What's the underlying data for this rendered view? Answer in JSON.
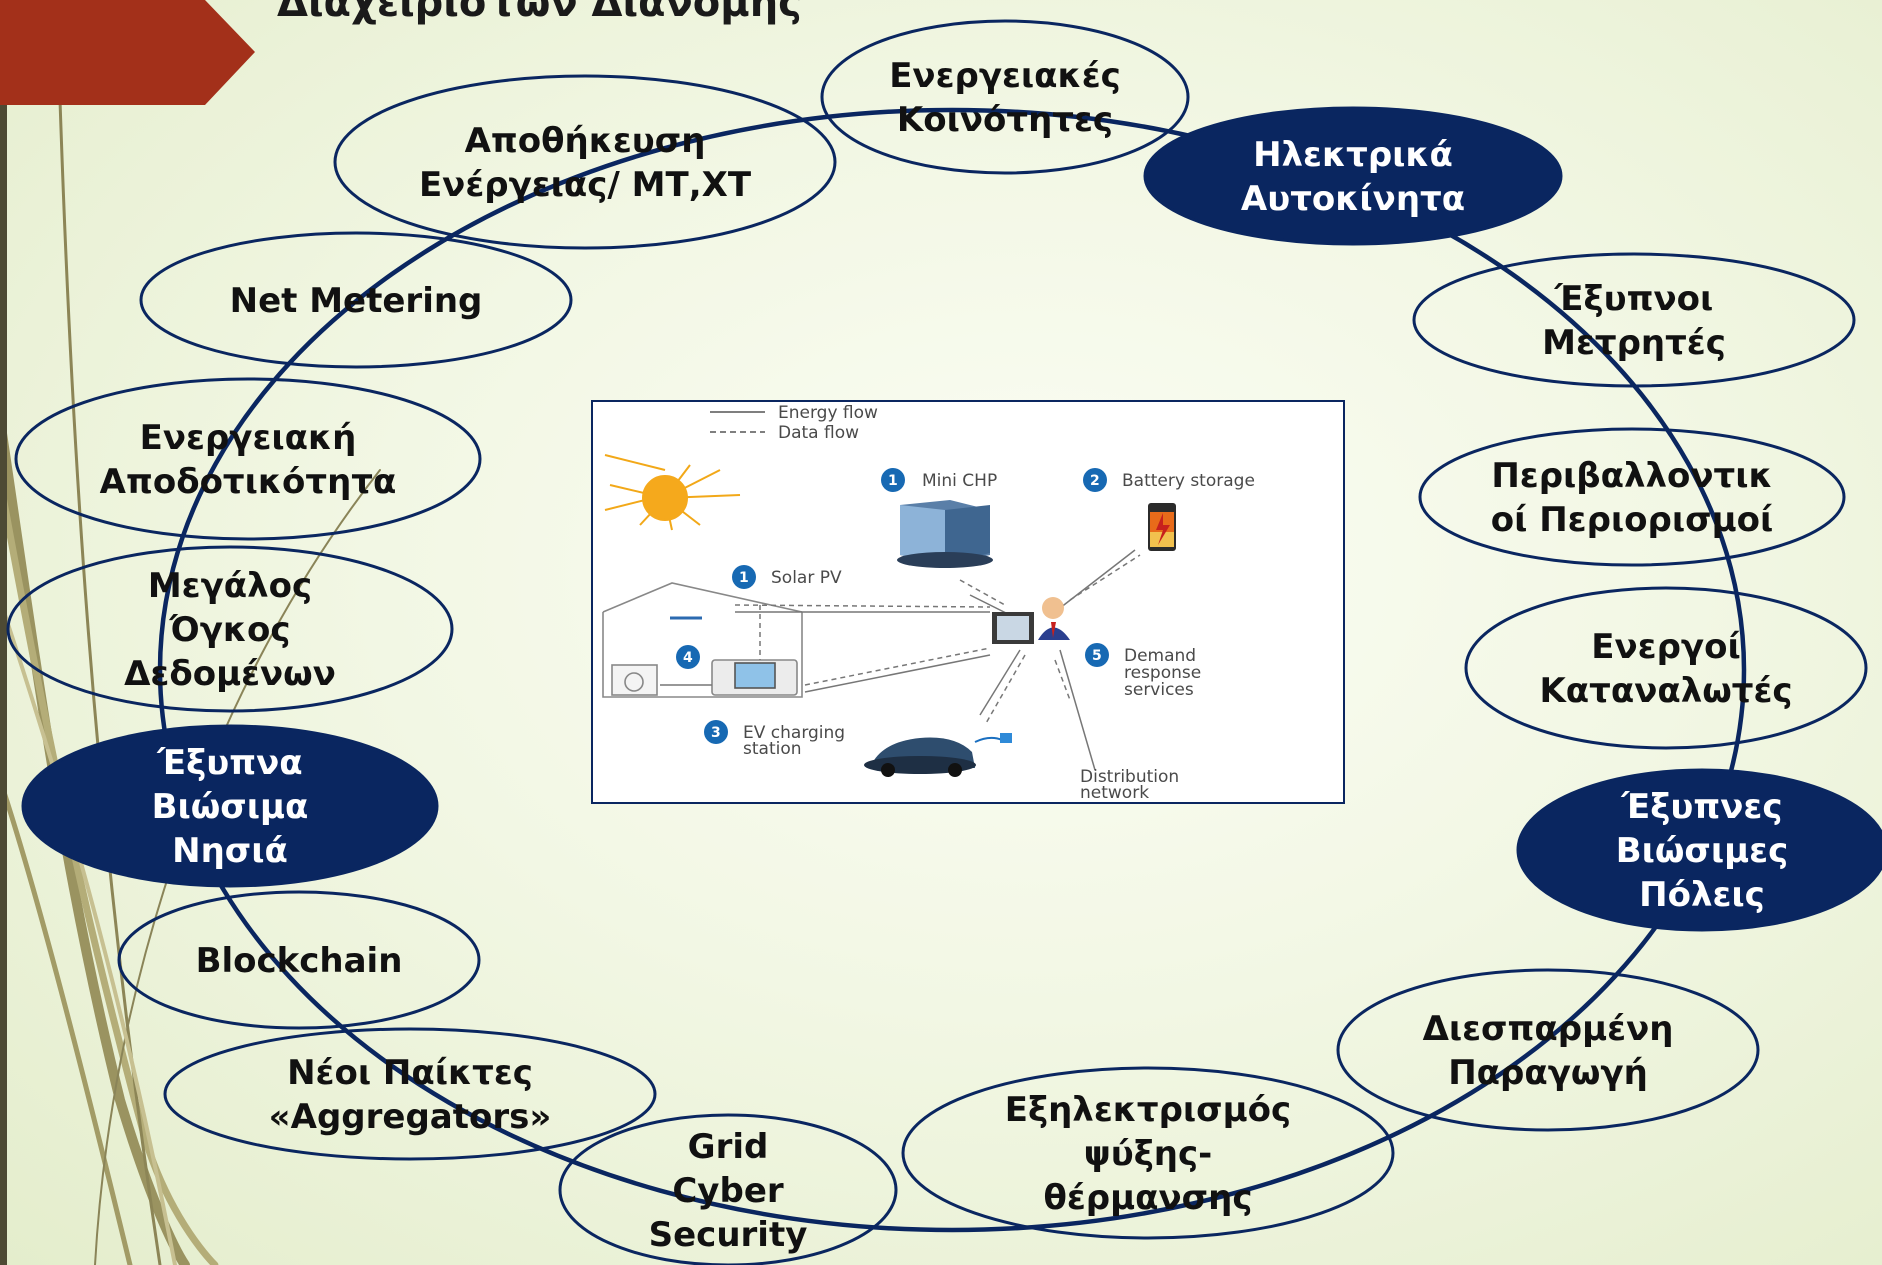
{
  "title": "Διαχειριστών Διανομής",
  "nodes": [
    {
      "id": "energy-communities",
      "lines": [
        "Ενεργειακές",
        "Κοινότητες"
      ],
      "style": "outline"
    },
    {
      "id": "electric-cars",
      "lines": [
        "Ηλεκτρικά",
        "Αυτοκίνητα"
      ],
      "style": "filled"
    },
    {
      "id": "smart-meters",
      "lines": [
        "Έξυπνοι",
        "Μετρητές"
      ],
      "style": "outline"
    },
    {
      "id": "environmental-constraints",
      "lines": [
        "Περιβαλλοντικ",
        "οί Περιορισμοί"
      ],
      "style": "outline"
    },
    {
      "id": "active-consumers",
      "lines": [
        "Ενεργοί",
        "Καταναλωτές"
      ],
      "style": "outline"
    },
    {
      "id": "smart-cities",
      "lines": [
        "Έξυπνες",
        "Βιώσιμες",
        "Πόλεις"
      ],
      "style": "filled"
    },
    {
      "id": "distributed-generation",
      "lines": [
        "Διεσπαρμένη",
        "Παραγωγή"
      ],
      "style": "outline"
    },
    {
      "id": "heating-cooling",
      "lines": [
        "Εξηλεκτρισμός",
        "ψύξης-",
        "θέρμανσης"
      ],
      "style": "outline"
    },
    {
      "id": "grid-cyber-security",
      "lines": [
        "Grid",
        "Cyber",
        "Security"
      ],
      "style": "outline"
    },
    {
      "id": "aggregators",
      "lines": [
        "Νέοι Παίκτες",
        "«Aggregators»"
      ],
      "style": "outline"
    },
    {
      "id": "blockchain",
      "lines": [
        "Blockchain"
      ],
      "style": "outline"
    },
    {
      "id": "smart-islands",
      "lines": [
        "Έξυπνα",
        "Βιώσιμα",
        "Νησιά"
      ],
      "style": "filled"
    },
    {
      "id": "big-data",
      "lines": [
        "Μεγάλος",
        "Όγκος",
        "Δεδομένων"
      ],
      "style": "outline"
    },
    {
      "id": "energy-efficiency",
      "lines": [
        "Ενεργειακή",
        "Αποδοτικότητα"
      ],
      "style": "outline"
    },
    {
      "id": "net-metering",
      "lines": [
        "Net Metering"
      ],
      "style": "outline"
    },
    {
      "id": "energy-storage",
      "lines": [
        "Αποθήκευση",
        "Ενέργειας/ ΜΤ,ΧΤ"
      ],
      "style": "outline"
    }
  ],
  "figure": {
    "legend_energy": "Energy flow",
    "legend_data": "Data flow",
    "mini_chp": "Mini CHP",
    "battery": "Battery storage",
    "solar": "Solar PV",
    "demand_1": "Demand",
    "demand_2": "response",
    "demand_3": "services",
    "ev_1": "EV charging",
    "ev_2": "station",
    "dist_1": "Distribution",
    "dist_2": "network",
    "n1a": "1",
    "n1b": "1",
    "n2": "2",
    "n3": "3",
    "n4": "4",
    "n5": "5"
  },
  "colors": {
    "navy": "#0a2660",
    "accent": "#a3301a"
  }
}
